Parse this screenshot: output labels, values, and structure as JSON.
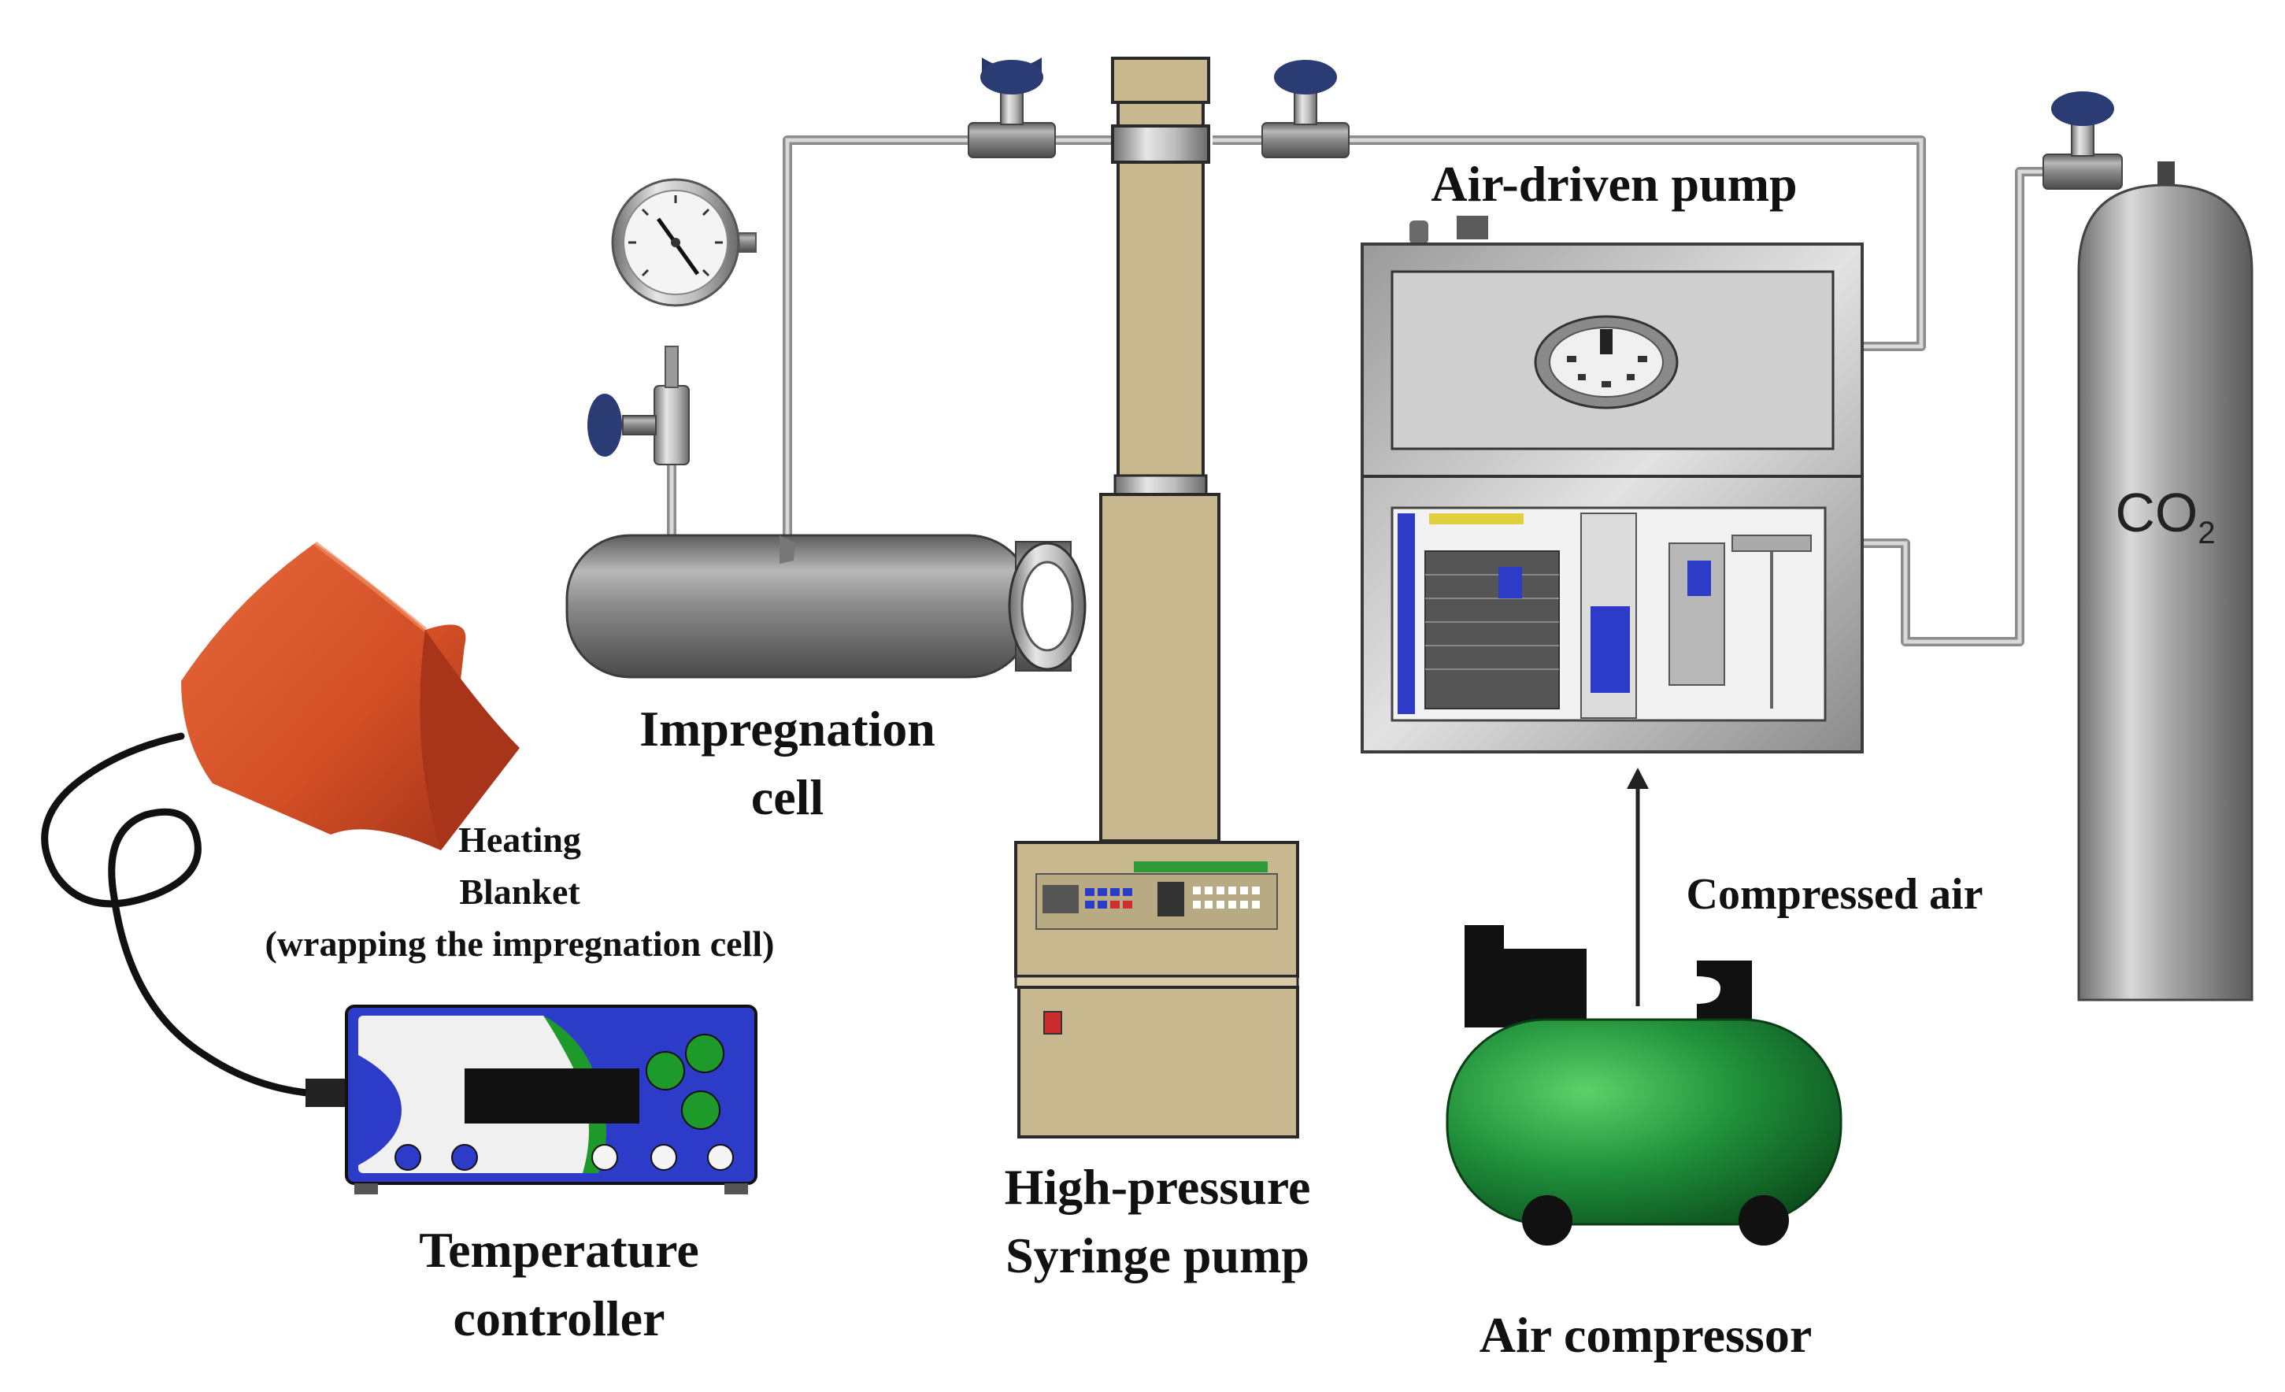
{
  "labels": {
    "air_driven_pump": "Air-driven pump",
    "impregnation_cell_l1": "Impregnation",
    "impregnation_cell_l2": "cell",
    "heating_blanket_l1": "Heating",
    "heating_blanket_l2": "Blanket",
    "heating_blanket_l3": "(wrapping the impregnation cell)",
    "temperature_controller_l1": "Temperature",
    "temperature_controller_l2": "controller",
    "syringe_pump_l1": "High-pressure",
    "syringe_pump_l2": "Syringe pump",
    "compressed_air": "Compressed air",
    "air_compressor": "Air compressor",
    "co2": "CO",
    "co2_sub": "2"
  },
  "colors": {
    "pipe": "#b9b9b9",
    "valve_handle": "#27366b",
    "syringe_body": "#c8b88f",
    "blanket": "#d4522a",
    "controller_blue": "#2d3cc8",
    "controller_green": "#1e9a2a",
    "compressor_green": "#1f8f3a",
    "cylinder_gray": "#a8a8a8",
    "pump_gray": "#cfcfcf"
  }
}
